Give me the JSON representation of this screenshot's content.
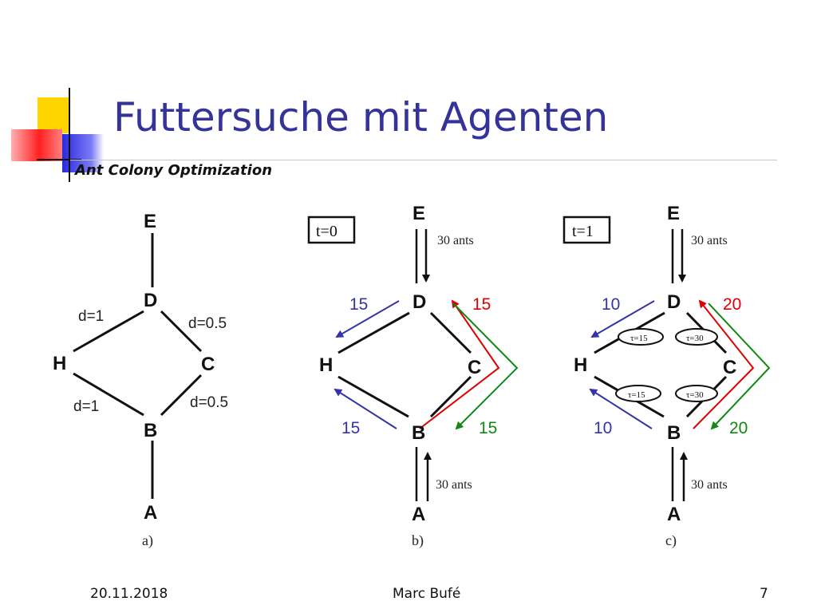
{
  "title": "Futtersuche mit Agenten",
  "subtitle": "Ant Colony Optimization",
  "colors": {
    "title": "#33339a",
    "deco_yellow": "#ffd400",
    "deco_red": "#ff3030",
    "deco_blue": "#3030e0",
    "arrow_blue": "#3333aa",
    "arrow_red": "#dd0000",
    "arrow_green": "#118811"
  },
  "panel_a": {
    "nodes": {
      "E": "E",
      "D": "D",
      "H": "H",
      "C": "C",
      "B": "B",
      "A": "A"
    },
    "edge_labels": {
      "DH": "d=1",
      "DC": "d=0.5",
      "HB": "d=1",
      "CB": "d=0.5"
    },
    "caption": "a)"
  },
  "panel_b": {
    "time": "t=0",
    "nodes": {
      "E": "E",
      "D": "D",
      "H": "H",
      "C": "C",
      "B": "B",
      "A": "A"
    },
    "ants_top": "30 ants",
    "ants_bottom": "30 ants",
    "count_upper_left": "15",
    "count_upper_right": "15",
    "count_lower_left": "15",
    "count_lower_right": "15",
    "caption": "b)"
  },
  "panel_c": {
    "time": "t=1",
    "nodes": {
      "E": "E",
      "D": "D",
      "H": "H",
      "C": "C",
      "B": "B",
      "A": "A"
    },
    "ants_top": "30 ants",
    "ants_bottom": "30 ants",
    "count_upper_left": "10",
    "count_upper_right": "20",
    "count_lower_left": "10",
    "count_lower_right": "20",
    "tau": {
      "DH": "τ=15",
      "DC": "τ=30",
      "HB": "τ=15",
      "CB": "τ=30"
    },
    "caption": "c)"
  },
  "footer": {
    "date": "20.11.2018",
    "author": "Marc Bufé",
    "page": "7"
  }
}
